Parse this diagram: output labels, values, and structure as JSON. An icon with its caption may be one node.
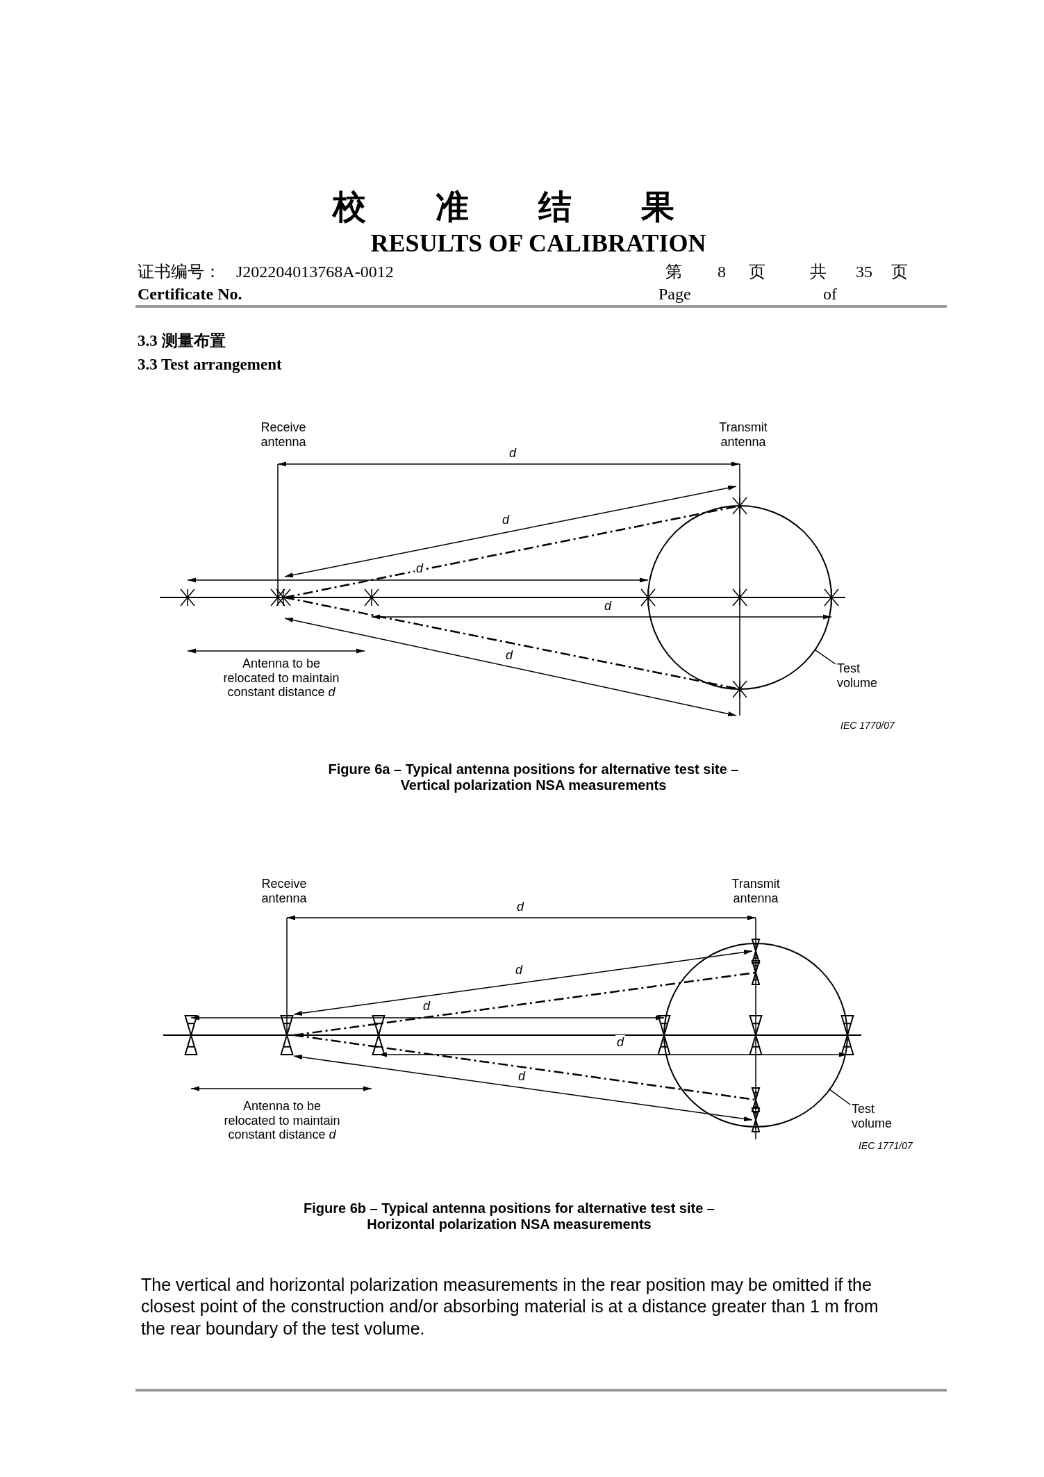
{
  "diagram": {
    "title": "校准结果",
    "nodes": [
      {
        "text": [
          "Test volume"
        ]
      },
      {
        "text": [],
        "shape": "circle"
      },
      {
        "text": [
          "Test volume"
        ]
      },
      {
        "text": [],
        "shape": "circle"
      }
    ],
    "edges": [
      {
        "from": 0,
        "to": 1,
        "arrow": "none"
      },
      {
        "from": 2,
        "to": 3,
        "arrow": "none"
      }
    ],
    "labels": [
      "RESULTS OF CALIBRATION",
      "证书编号：",
      "J202204013768A-0012",
      "第",
      "8",
      "页",
      "共",
      "35",
      "页",
      "Certificate No.",
      "Page",
      "of",
      "3.3 测量布置",
      "3.3 Test arrangement",
      "Receive antenna",
      "Transmit antenna",
      "d",
      "d",
      "d",
      "d",
      "d",
      "Antenna to be relocated to maintain constant distance *d*",
      "IEC 1770/07",
      "Figure 6a – Typical antenna positions for alternative test site – Vertical polarization NSA measurements",
      "Receive antenna",
      "Transmit antenna",
      "d",
      "d",
      "d",
      "d",
      "d",
      "Antenna to be relocated to maintain constant distance *d*",
      "IEC 1771/07",
      "Figure 6b – Typical antenna positions for alternative test site – Horizontal polarization NSA measurements",
      "The vertical and horizontal polarization measurements in the rear position may be omitted if the closest point of the construction and/or absorbing material is at a distance greater than 1 m from the rear boundary of the test volume."
    ]
  }
}
